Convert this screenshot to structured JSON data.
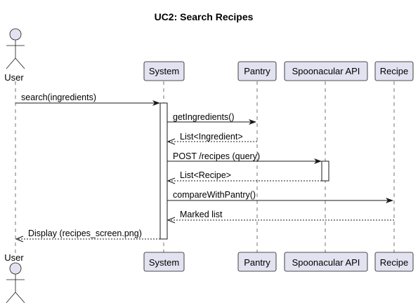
{
  "title": "UC2: Search Recipes",
  "actors": {
    "user": {
      "label": "User"
    }
  },
  "participants": {
    "system": {
      "label": "System"
    },
    "pantry": {
      "label": "Pantry"
    },
    "spoonacular": {
      "label": "Spoonacular API"
    },
    "recipe": {
      "label": "Recipe"
    }
  },
  "messages": [
    {
      "from": "User",
      "to": "System",
      "label": "search(ingredients)",
      "type": "call"
    },
    {
      "from": "System",
      "to": "Pantry",
      "label": "getIngredients()",
      "type": "call"
    },
    {
      "from": "Pantry",
      "to": "System",
      "label": "List<Ingredient>",
      "type": "return"
    },
    {
      "from": "System",
      "to": "Spoonacular API",
      "label": "POST /recipes (query)",
      "type": "call"
    },
    {
      "from": "Spoonacular API",
      "to": "System",
      "label": "List<Recipe>",
      "type": "return"
    },
    {
      "from": "System",
      "to": "Recipe",
      "label": "compareWithPantry()",
      "type": "call"
    },
    {
      "from": "Recipe",
      "to": "System",
      "label": "Marked list",
      "type": "return"
    },
    {
      "from": "System",
      "to": "User",
      "label": "Display (recipes_screen.png)",
      "type": "return"
    }
  ],
  "colors": {
    "participant_fill": "#e2e2f0",
    "line": "#181818"
  }
}
